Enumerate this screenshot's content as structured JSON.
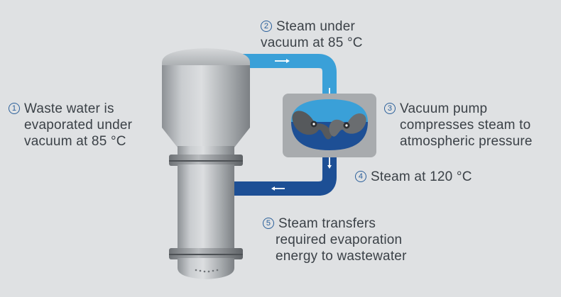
{
  "steps": [
    {
      "number": "1",
      "lines": [
        "Waste water is",
        "evaporated under",
        "vacuum at 85 °C"
      ]
    },
    {
      "number": "2",
      "lines": [
        "Steam under",
        "vacuum at 85 °C"
      ]
    },
    {
      "number": "3",
      "lines": [
        "Vacuum pump",
        "compresses steam to",
        "atmospheric pressure"
      ]
    },
    {
      "number": "4",
      "lines": [
        "Steam at 120 °C"
      ]
    },
    {
      "number": "5",
      "lines": [
        "Steam transfers",
        "required evaporation",
        "energy to wastewater"
      ]
    }
  ],
  "colors": {
    "background": "#dfe1e3",
    "pipe_vacuum": "#3aa0d8",
    "pipe_compressed": "#1d4f95",
    "vessel": "#b3b6b9",
    "pump_housing": "#a8abae",
    "text": "#3b4147",
    "step_number": "#2a5f9a"
  }
}
